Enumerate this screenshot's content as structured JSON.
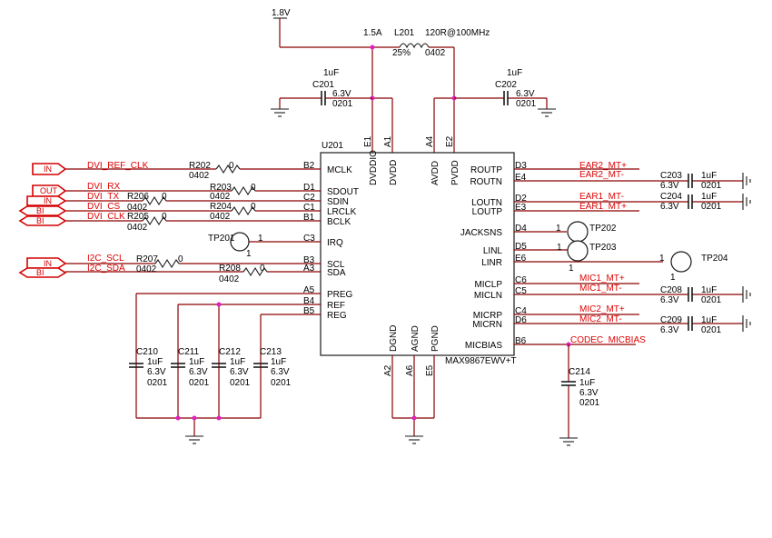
{
  "power": {
    "rail": "1.8V",
    "current": "1.5A"
  },
  "ferrite": {
    "ref": "L201",
    "value": "120R@100MHz",
    "tol": "25%",
    "pkg": "0402"
  },
  "caps": {
    "c201": {
      "ref": "C201",
      "val": "1uF",
      "volt": "6.3V",
      "pkg": "0201"
    },
    "c202": {
      "ref": "C202",
      "val": "1uF",
      "volt": "6.3V",
      "pkg": "0201"
    },
    "c203": {
      "ref": "C203",
      "val": "1uF",
      "volt": "6.3V",
      "pkg": "0201"
    },
    "c204": {
      "ref": "C204",
      "val": "1uF",
      "volt": "6.3V",
      "pkg": "0201"
    },
    "c208": {
      "ref": "C208",
      "val": "1uF",
      "volt": "6.3V",
      "pkg": "0201"
    },
    "c209": {
      "ref": "C209",
      "val": "1uF",
      "volt": "6.3V",
      "pkg": "0201"
    },
    "c210": {
      "ref": "C210",
      "val": "1uF",
      "volt": "6.3V",
      "pkg": "0201"
    },
    "c211": {
      "ref": "C211",
      "val": "1uF",
      "volt": "6.3V",
      "pkg": "0201"
    },
    "c212": {
      "ref": "C212",
      "val": "1uF",
      "volt": "6.3V",
      "pkg": "0201"
    },
    "c213": {
      "ref": "C213",
      "val": "1uF",
      "volt": "6.3V",
      "pkg": "0201"
    },
    "c214": {
      "ref": "C214",
      "val": "1uF",
      "volt": "6.3V",
      "pkg": "0201"
    }
  },
  "resistors": {
    "r202": {
      "ref": "R202",
      "val": "0",
      "pkg": "0402"
    },
    "r203": {
      "ref": "R203",
      "val": "0",
      "pkg": "0402"
    },
    "r204": {
      "ref": "R204",
      "val": "0",
      "pkg": "0402"
    },
    "r205": {
      "ref": "R205",
      "val": "0",
      "pkg": "0402"
    },
    "r206": {
      "ref": "R206",
      "val": "0",
      "pkg": "0402"
    },
    "r207": {
      "ref": "R207",
      "val": "0",
      "pkg": "0402"
    },
    "r208": {
      "ref": "R208",
      "val": "0",
      "pkg": "0402"
    }
  },
  "chip": {
    "ref": "U201",
    "part": "MAX9867EWV+T",
    "top_pins": [
      {
        "name": "DVDDIO",
        "num": "E1"
      },
      {
        "name": "DVDD",
        "num": "A1"
      },
      {
        "name": "AVDD",
        "num": "A4"
      },
      {
        "name": "PVDD",
        "num": "E2"
      }
    ],
    "bottom_pins": [
      {
        "name": "DGND",
        "num": "A2"
      },
      {
        "name": "AGND",
        "num": "A6"
      },
      {
        "name": "PGND",
        "num": "E5"
      }
    ],
    "left_pins": [
      {
        "name": "MCLK",
        "num": "B2"
      },
      {
        "name": "SDOUT",
        "num": "D1"
      },
      {
        "name": "SDIN",
        "num": "C2"
      },
      {
        "name": "LRCLK",
        "num": "C1"
      },
      {
        "name": "BCLK",
        "num": "B1"
      },
      {
        "name": "IRQ",
        "num": "C3"
      },
      {
        "name": "SCL",
        "num": "B3"
      },
      {
        "name": "SDA",
        "num": "A3"
      },
      {
        "name": "PREG",
        "num": "A5"
      },
      {
        "name": "REF",
        "num": "B4"
      },
      {
        "name": "REG",
        "num": "B5"
      }
    ],
    "right_pins": [
      {
        "name": "ROUTP",
        "num": "D3"
      },
      {
        "name": "ROUTN",
        "num": "E4"
      },
      {
        "name": "LOUTN",
        "num": "D2"
      },
      {
        "name": "LOUTP",
        "num": "E3"
      },
      {
        "name": "JACKSNS",
        "num": "D4"
      },
      {
        "name": "LINL",
        "num": "D5"
      },
      {
        "name": "LINR",
        "num": "E6"
      },
      {
        "name": "MICLP",
        "num": "C6"
      },
      {
        "name": "MICLN",
        "num": "C5"
      },
      {
        "name": "MICRP",
        "num": "C4"
      },
      {
        "name": "MICRN",
        "num": "D6"
      },
      {
        "name": "MICBIAS",
        "num": "B6"
      }
    ]
  },
  "nets": {
    "dvi_ref_clk": "DVI_REF_CLK",
    "dvi_rx": "DVI_RX",
    "dvi_tx": "DVI_TX",
    "dvi_cs": "DVI_CS",
    "dvi_clk": "DVI_CLK",
    "i2c_scl": "I2C_SCL",
    "i2c_sda": "I2C_SDA",
    "ear2p": "EAR2_MT+",
    "ear2n": "EAR2_MT-",
    "ear1n": "EAR1_MT-",
    "ear1p": "EAR1_MT+",
    "mic1p": "MIC1_MT+",
    "mic1n": "MIC1_MT-",
    "mic2p": "MIC2_MT+",
    "mic2n": "MIC2_MT-",
    "micbias": "CODEC_MICBIAS"
  },
  "ports": {
    "p1": "IN",
    "p2": "OUT",
    "p3": "IN",
    "p4": "BI",
    "p5": "BI",
    "p6": "IN",
    "p7": "BI"
  },
  "testpoints": {
    "tp201": {
      "ref": "TP201",
      "pin": "1"
    },
    "tp202": {
      "ref": "TP202",
      "pin": "1"
    },
    "tp203": {
      "ref": "TP203",
      "pin": "1"
    },
    "tp204": {
      "ref": "TP204",
      "pin": "1"
    }
  },
  "pin_one": "1",
  "colors": {
    "wire": "#8b0000",
    "net_label": "#e00000",
    "junction": "#e020c0",
    "port": "#d40000"
  }
}
